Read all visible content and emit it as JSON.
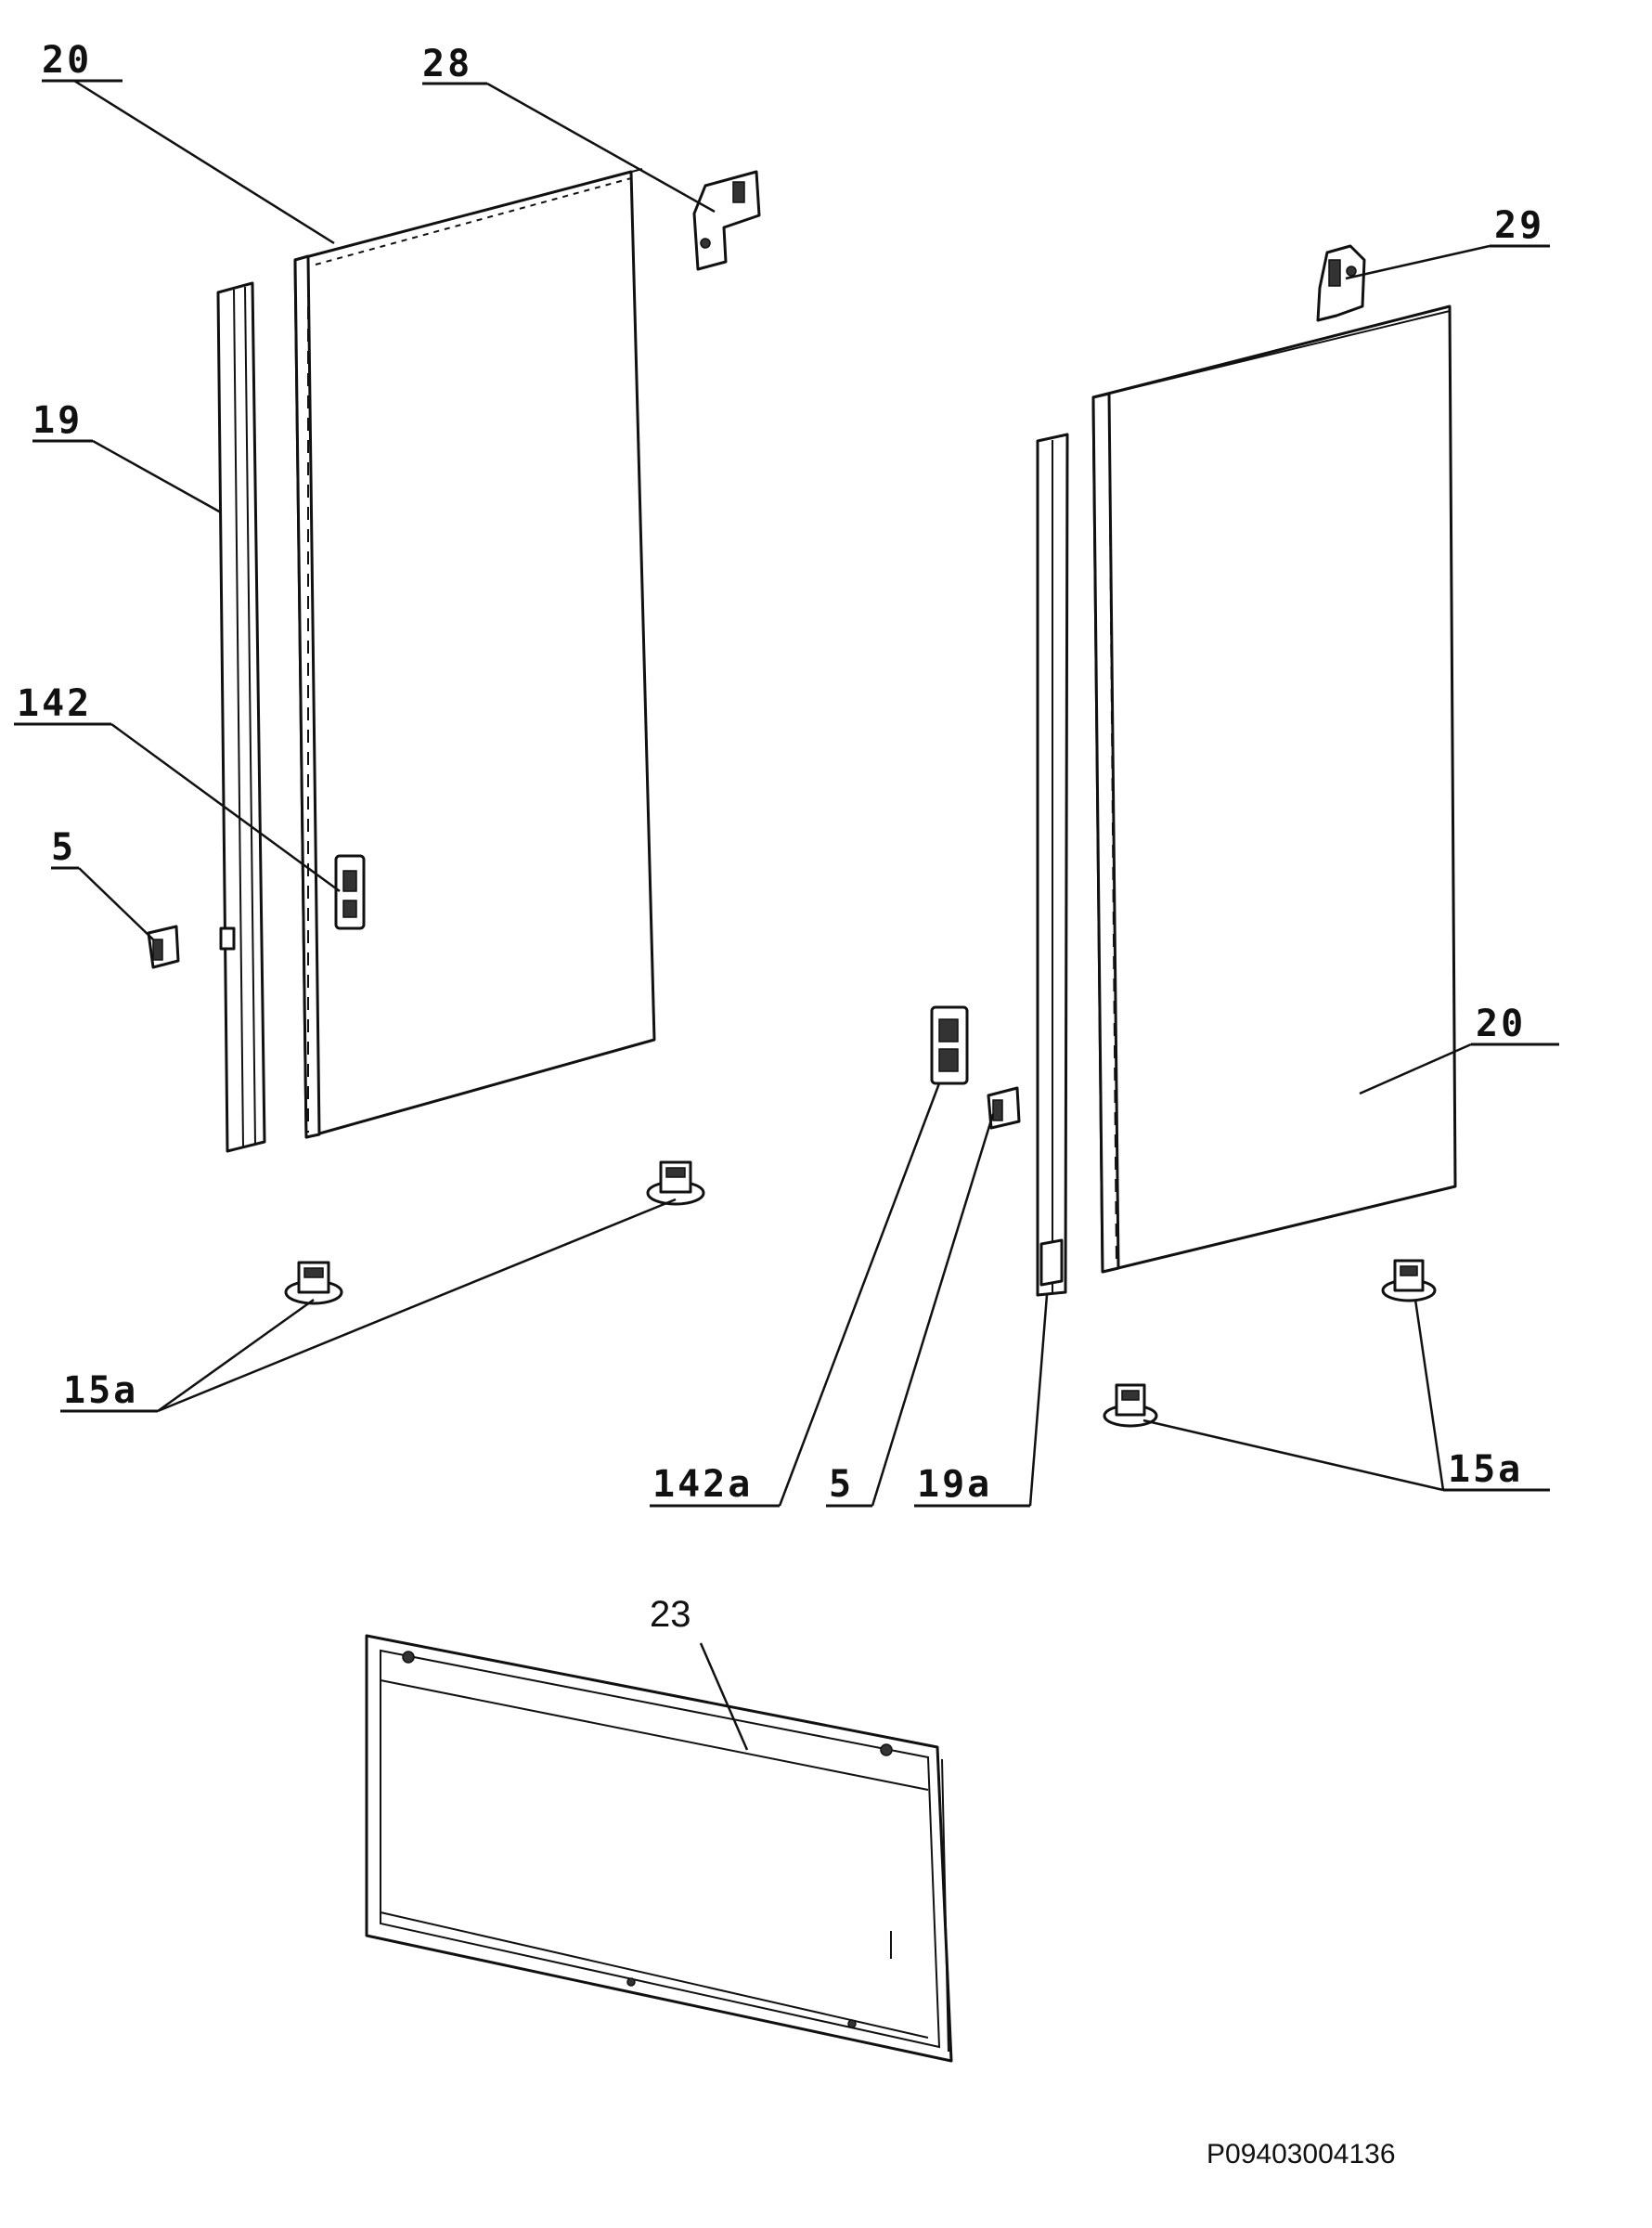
{
  "labels": {
    "l20_top": "20",
    "l28": "28",
    "l29": "29",
    "l19": "19",
    "l142": "142",
    "l5_left": "5",
    "l20_right": "20",
    "l15a_left": "15a",
    "l142a": "142a",
    "l5_right": "5",
    "l19a": "19a",
    "l15a_right": "15a",
    "l23": "23"
  },
  "drawing_code": "P09403004136"
}
